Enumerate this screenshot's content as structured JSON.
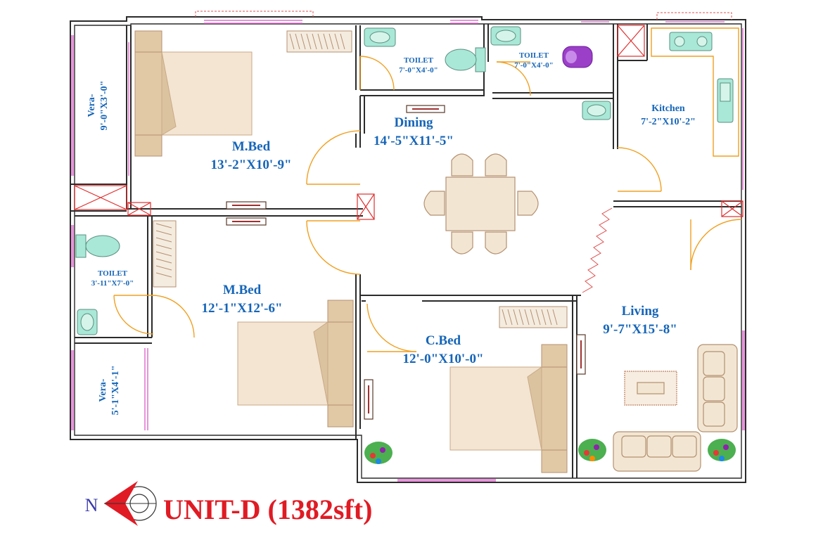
{
  "plan": {
    "title": "UNIT-D (1382sft)",
    "north_label": "N",
    "colors": {
      "wall": "#2b2b2b",
      "label": "#1565b8",
      "title": "#e01b24",
      "door_swing": "#f0a020",
      "window": "#e070d0",
      "bed": "#e9d6bd",
      "fixture": "#a9e8d6",
      "chair": "#f2e6d3"
    },
    "rooms": {
      "master_bed_top": {
        "name": "M.Bed",
        "size": "13'-2\"X10'-9\""
      },
      "master_bed_left": {
        "name": "M.Bed",
        "size": "12'-1\"X12'-6\""
      },
      "child_bed": {
        "name": "C.Bed",
        "size": "12'-0\"X10'-0\""
      },
      "dining": {
        "name": "Dining",
        "size": "14'-5\"X11'-5\""
      },
      "kitchen": {
        "name": "Kitchen",
        "size": "7'-2\"X10'-2\""
      },
      "living": {
        "name": "Living",
        "size": "9'-7\"X15'-8\""
      },
      "toilet_1": {
        "name": "TOILET",
        "size": "7'-0\"X4'-0\""
      },
      "toilet_2": {
        "name": "TOILET",
        "size": "7'-0\"X4'-0\""
      },
      "toilet_3": {
        "name": "TOILET",
        "size": "3'-11\"X7'-0\""
      },
      "vera_top": {
        "name": "Vera-",
        "size": "9'-0\"X3'-0\""
      },
      "vera_bottom": {
        "name": "Vera-",
        "size": "5'-1\"X4'-1\""
      }
    }
  }
}
